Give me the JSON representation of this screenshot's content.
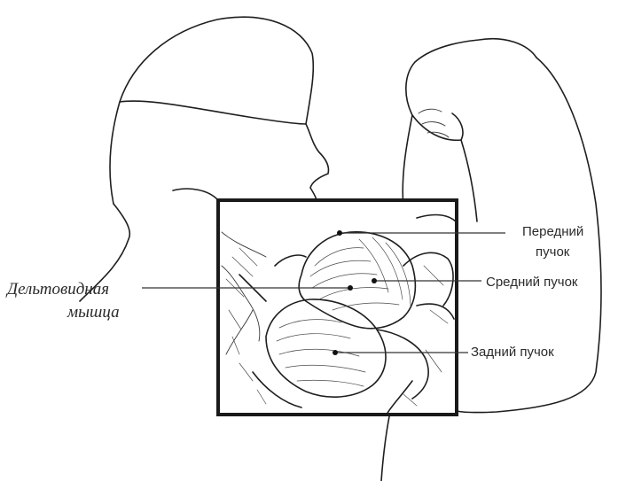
{
  "labels": {
    "deltoid_line1": "Дельтовидная",
    "deltoid_line2": "мышца",
    "anterior_line1": "Передний",
    "anterior_line2": "пучок",
    "middle": "Средний пучок",
    "posterior": "Задний пучок"
  },
  "colors": {
    "ink": "#1e1e1e",
    "background": "#ffffff"
  }
}
